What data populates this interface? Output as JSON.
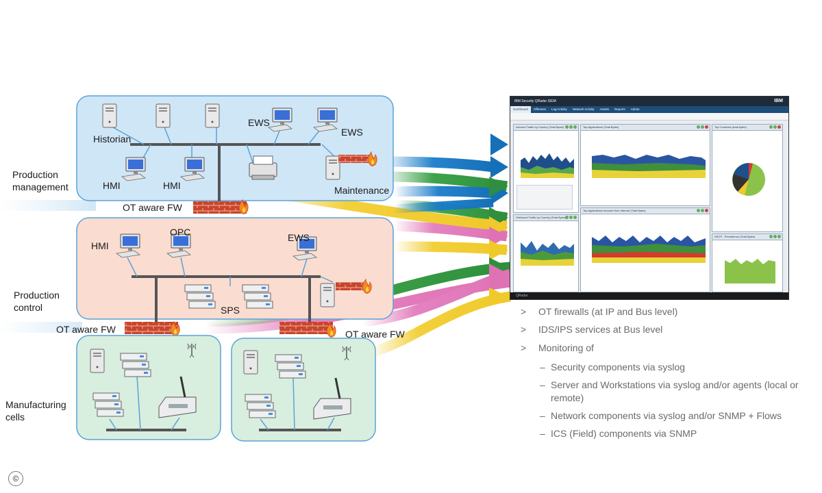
{
  "zones": {
    "management": {
      "label": "Production\nmanagement",
      "devices": [
        "Historian",
        "EWS",
        "EWS",
        "HMI",
        "HMI",
        "Maintenance"
      ]
    },
    "control": {
      "label": "Production\ncontrol",
      "devices": [
        "HMI",
        "OPC",
        "EWS",
        "SPS"
      ]
    },
    "cells": {
      "label": "Manufacturing\ncells"
    }
  },
  "firewalls": [
    "OT aware FW",
    "OT aware FW",
    "OT aware FW"
  ],
  "siem": {
    "title": "IBM Security QRadar SIEM",
    "brand": "IBM",
    "tabs": [
      "Dashboard",
      "Offenses",
      "Log Activity",
      "Network Activity",
      "Assets",
      "Reports",
      "Admin"
    ],
    "panels": [
      "Inbound Traffic by Country (Total Bytes)",
      "Top Applications (Total Bytes)",
      "Top Countries (total bytes)",
      "Outbound Traffic by Country (Total Bytes)",
      "Top Applications Inbound from Internet (Total Bytes)",
      "DSCP - Precedence (Total Bytes)"
    ],
    "footer": "QRadar"
  },
  "bullets": [
    {
      "level": 1,
      "text": "OT firewalls (at IP and Bus level)"
    },
    {
      "level": 1,
      "text": "IDS/IPS services at Bus level"
    },
    {
      "level": 1,
      "text": "Monitoring of"
    },
    {
      "level": 2,
      "text": "Security components via syslog"
    },
    {
      "level": 2,
      "text": "Server and Workstations via syslog and/or agents (local or remote)"
    },
    {
      "level": 2,
      "text": "Network components via syslog and/or SNMP + Flows"
    },
    {
      "level": 2,
      "text": "ICS (Field) components via SNMP"
    }
  ],
  "copyright": "©",
  "colors": {
    "management_fill": "#cfe6f7",
    "control_fill": "#fbdcd0",
    "cells_fill": "#d8eedf",
    "zone_stroke": "#5aa2d6",
    "arrow_blue": "#1a7dc9",
    "arrow_green": "#3fa34d",
    "arrow_yellow": "#f2d03b",
    "arrow_pink": "#e483c0",
    "firewall": "#c8452b"
  }
}
